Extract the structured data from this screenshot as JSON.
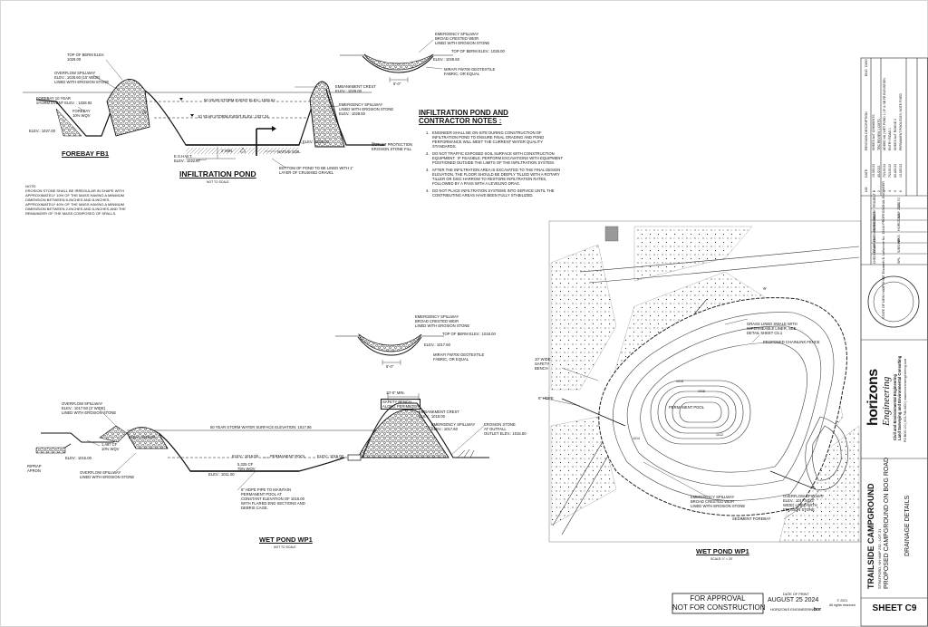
{
  "infiltration_pond": {
    "title": "INFILTRATION POND",
    "scale": "NOT TO SCALE",
    "labels": {
      "top_of_berm": "TOP OF BERM ELEV.\n1029.00",
      "overflow_spillway": "OVERFLOW SPILLWAY\nELEV.: 1028.60 (15' WIDE)\nLINED WITH EROSION STONE",
      "forebay_10yr": "FOREBAY 10 YEAR\nSTORM EVENT ELEV. : 1028.92",
      "forebay_wqv": "FOREBAY\n10% WQV",
      "elev_1027": "ELEV.: 1027.00",
      "event_50yr": "50 YEAR STORM EVENT ELEV.: 1028.52",
      "event_10yr": "10 YEAR STORM EVENT ELEV.: 1027.34",
      "embankment_crest": "EMBANKMENT CREST\nELEV.: 1029.00",
      "emergency_spillway": "EMERGENCY SPILLWAY\nLINED WITH EROSION STONE\nELEV.: 1028.50",
      "elev_1026": "ELEV.: 1026.00",
      "native_soil": "NATIVE SOIL",
      "eshwt": "E.S.H.W.T.\nELEV.: 1022.67",
      "min2": "2' MIN.",
      "outlet_protection": "OUTLET PROTECTION\nEROSION STONE FILL",
      "bottom_of_pond": "BOTTOM OF POND TO BE LINED WITH 1\"\nLAYER OF CRUSHED GRAVEL"
    },
    "spillway_detail": {
      "label": "EMERGENCY SPILLWAY\nBROAD CRESTED WEIR\nLINED WITH EROSION STONE",
      "top_of_berm": "TOP OF BERM ELEV.: 1026.00",
      "elev": "ELEV.: 1028.50",
      "fabric": "MIRAFI FW700 GEOTEXTILE\nFABRIC, OR EQUAL",
      "width": "5'-0\""
    }
  },
  "forebay": {
    "title": "FOREBAY FB1"
  },
  "note": {
    "text": "NOTE:\nEROSION STONE SHALL BE IRREGULAR IN SHAPE WITH\nAPPROXIMATELY 10% OF THE MASS HAVING A MINIMUM\nDIMENSION BETWEEN 6-INCHES AND 8-INCHES,\nAPPROXIMATELY 40% OF THE MASS HAVING A MINIMUM\nDIMENSION BETWEEN 2-INCHES AND 6-INCHES AND THE\nREMAINDER OF THE MASS COMPOSED OF SPALLS."
  },
  "contractor_notes": {
    "title": "INFILTRATION POND AND\nCONTRACTOR NOTES :",
    "items": [
      "1.   ENGINEER SHALL BE ON-SITE DURING CONSTRUCTION OF\n      INFILTRATION POND TO ENSURE FINAL GRADING AND POND\n      PERFORMANCE WILL MEET THE CURRENT WATER QUALITY\n      STANDARDS.",
      "2.   DO NOT TRAFFIC EXPOSED SOIL SURFACE WITH CONSTRUCTION\n      EQUIPMENT.  IF FEASIBLE, PERFORM EXCAVATIONS WITH EQUIPMENT\n      POSITIONED OUTSIDE THE LIMITS OF THE INFILTRATION SYSTEM.",
      "3.   AFTER THE INFILTRATION AREA IS EXCAVATED TO THE FINAL DESIGN\n      ELEVATION, THE FLOOR SHOULD BE DEEPLY TILLED WITH A ROTARY\n      TILLER OR DISC HARROW TO RESTORE INFILTRATION RATES,\n      FOLLOWED BY A PASS WITH A LEVELING DRAG.",
      "4.   DO NOT PLACE INFILTRATION SYSTEMS INTO SERVICE UNTIL THE\n      CONTRIBUTING AREAS HAVE BEEN FULLY STABILIZED."
    ]
  },
  "wet_pond": {
    "title": "WET POND WP1",
    "scale": "NOT TO SCALE",
    "labels": {
      "overflow_spillway": "OVERFLOW SPILLWAY\nELEV.: 1017.50 (3' WIDE)\nLINED WITH EROSION STONE",
      "forebay_elev": "ELEV.: 1018.00",
      "wqv": "1,497 CF\n10% WQV",
      "elev_1015": "ELEV.: 1015.00",
      "riprap": "RIPRAP\nAPRON",
      "overflow_spillway2": "OVERFLOW SPILLWAY\nLINED WITH EROSION STONE",
      "event_50yr": "50 YEAR STORM WATER SURFACE ELEVATION: 1017.86",
      "elev_1016": "ELEV.: 1016.00",
      "permanent_pool": "PERMANENT POOL",
      "elev_1016b": "ELEV.: 1016.00",
      "cf_wqv": "5,325 CF\n75% WQV",
      "elev_1011": "ELEV.: 1011.00",
      "pipe": "6\" HDPE PIPE TO MAINTAIN\nPERMANENT POOL AT\nCONSTANT ELEVATION OF 1016.00\nWITH FLARED END SECTIONS AND\nDEBRIS CAGE.",
      "min10": "10'-0\" MIN.",
      "safety_bench": "SAFETY BENCH\nALONG PERIMETER",
      "embankment_crest": "EMBANKMENT CREST\nELEV.: 1018.00",
      "emergency_spillway": "EMERGENCY SPILLWAY\nELEV.: 1017.60",
      "erosion_stone": "EROSION STONE\nAT OUTFALL\nOUTLET ELEV.: 1015.50"
    },
    "spillway_detail": {
      "label": "EMERGENCY SPILLWAY\nBROAD CRESTED WEIR\nLINED WITH EROSION STONE",
      "top_of_berm": "TOP OF BERM ELEV.: 1018.00",
      "elev": "ELEV.: 1017.60",
      "fabric": "MIRAFI FW700 GEOTEXTILE\nFABRIC, OR EQUAL",
      "width": "5'-0\""
    }
  },
  "plan": {
    "title": "WET POND WP1",
    "scale": "SCALE: 1\" = 20'",
    "labels": {
      "grass_swale": "GRASS LINED SWALE WITH\nIMPERMEABLE LINER, SEE\nDETAIL SHEET C5.1",
      "chainlink": "PROPOSED CHAINLINK FENCE",
      "safety_bench": "10' WIDE\nSAFETY\nBENCH",
      "hdpe": "6\" HDPE",
      "permanent_pool": "PERMANENT POOL",
      "emergency_spillway": "EMERGENCY SPILLWAY\nBROAD CRESTED WEIR\nLINED WITH EROSION STONE",
      "overflow_spillway": "OVERFLOW SPILLWAY\nELEV.: 1017.50 (3'\nWIDE) LINED WITH\nEROSION STONE",
      "sediment_forebay": "SEDIMENT FOREBAY",
      "contour_1018": "1018",
      "contour_1016": "1016",
      "contour_1014": "1014",
      "contour_1012": "1012"
    }
  },
  "stamp": {
    "approval": "FOR APPROVAL\nNOT FOR CONSTRUCTION",
    "date_label": "DATE OF PRINT",
    "date": "AUGUST 25 2024",
    "firm": "HORIZONS ENGINEERING",
    "copyright": "© 2021\nAll rights reserved"
  },
  "title_block": {
    "project": "TRAILSIDE CAMPGROUND",
    "location": "STRATFORD, NH  MAP 232 - LOT 31",
    "subtitle": "PROPOSED CAMPGROUND ON BOG ROAD",
    "drawing": "DRAINAGE DETAILS",
    "sheet": "SHEET C9",
    "company": "horizons",
    "company_sub": "Engineering",
    "tagline": "Civil and Environmental Engineering\nLand Surveying and Environmental Consulting",
    "contact": "PO BOX 100  |  603-746-4400  |  www.horizonsengineering.com",
    "seal": "STATE OF NEW HAMPSHIRE\nElizabeth\nB.\nLaflamme\nNo. 15446\nPROFESSIONAL ENGINEER",
    "info_rows": [
      [
        "PROJECT #",
        "23170"
      ],
      [
        "DATE",
        "JULY 2021"
      ],
      [
        "SURVEYED BY",
        "HORIZONS"
      ],
      [
        "ENGINEERED BY",
        "BKS"
      ],
      [
        "DRAWN BY",
        "S/BS/WP"
      ],
      [
        "CHECKED BY",
        "SPL"
      ]
    ],
    "rev_header": [
      "NO.",
      "DATE",
      "REVISION DESCRIPTION",
      "ENG",
      "DWG"
    ],
    "revisions": [
      [
        "1",
        "1/13/2022",
        "NHDES AoT COMMENTS"
      ],
      [
        "2",
        "4/1/2022",
        "TRC REVIEW 1 CMTS"
      ],
      [
        "3",
        "7/21/2022",
        "ADDED 4A | WET POND 1 | IF & SB FE ELEVATION"
      ],
      [
        "4",
        "7/21/2022",
        "ENTRY ROAD 1"
      ],
      [
        "5",
        "8/14/2022",
        "NHDES AoT ROUND 2"
      ],
      [
        "6",
        "1/13/2023",
        "PERMANENT POOL ELEV, NOTE FIXED"
      ]
    ]
  }
}
